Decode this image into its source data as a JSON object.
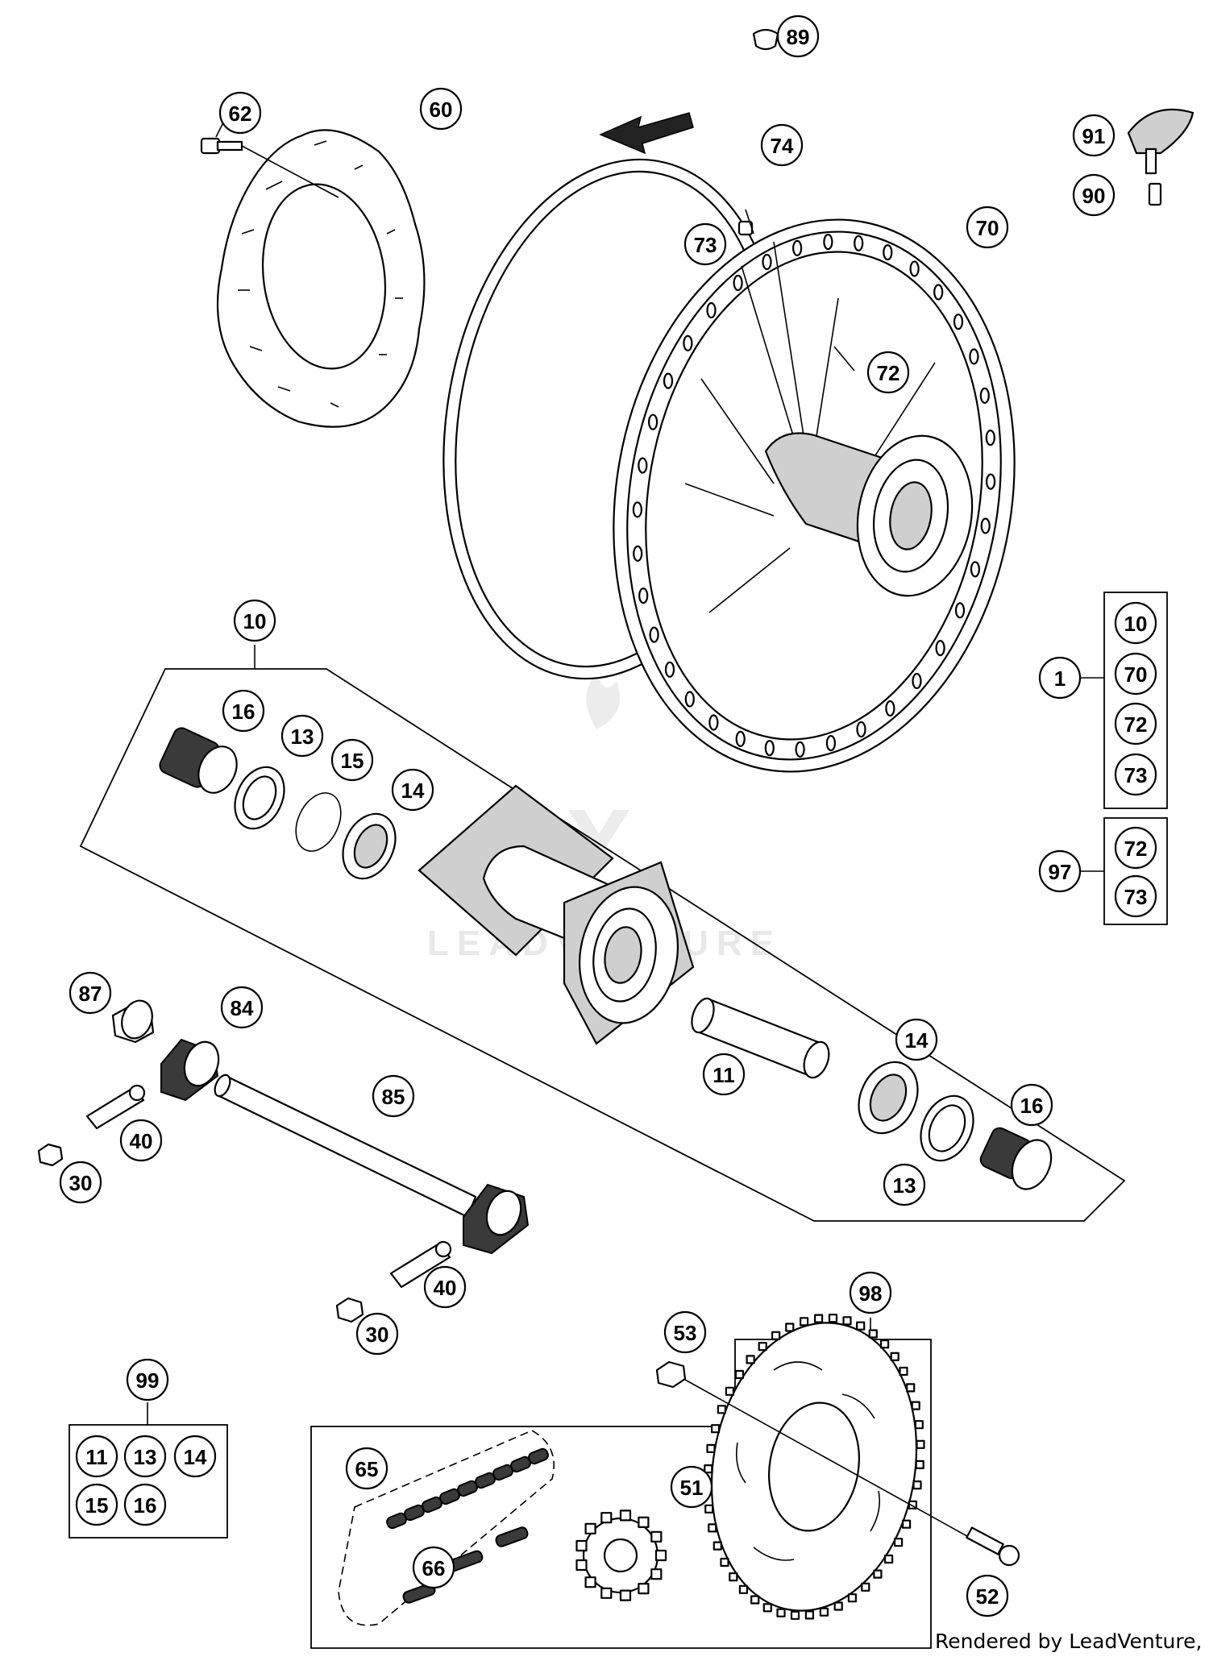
{
  "diagram": {
    "credit_text": "Rendered by LeadVenture, Inc.",
    "watermark_text": "LEADVENTURE",
    "callouts": {
      "c89": "89",
      "c62": "62",
      "c60": "60",
      "c74": "74",
      "c91": "91",
      "c90": "90",
      "c73a": "73",
      "c70": "70",
      "c72a": "72",
      "c10": "10",
      "c16a": "16",
      "c13a": "13",
      "c15": "15",
      "c14a": "14",
      "c1": "1",
      "g1_10": "10",
      "g1_70": "70",
      "g1_72": "72",
      "g1_73": "73",
      "c97": "97",
      "g97_72": "72",
      "g97_73": "73",
      "c87": "87",
      "c84": "84",
      "c85": "85",
      "c40a": "40",
      "c30a": "30",
      "c11": "11",
      "c14b": "14",
      "c16b": "16",
      "c13b": "13",
      "c40b": "40",
      "c30b": "30",
      "c98": "98",
      "c53": "53",
      "c99": "99",
      "g99_11": "11",
      "g99_13": "13",
      "g99_14": "14",
      "g99_15": "15",
      "g99_16": "16",
      "c65": "65",
      "c51": "51",
      "c66": "66",
      "c52": "52"
    }
  }
}
